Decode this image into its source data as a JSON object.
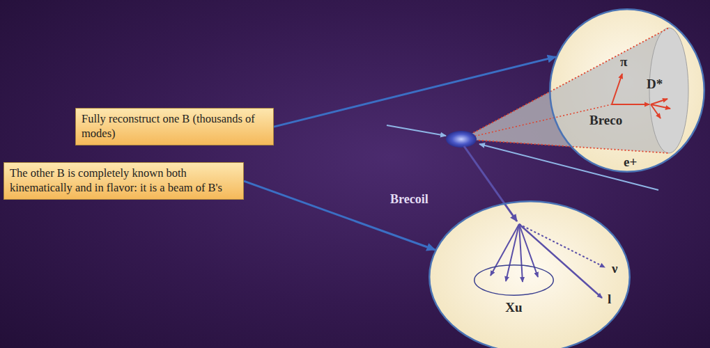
{
  "diagram": {
    "nodes": [
      {
        "text": [
          "Fully reconstruct one B (thousands of modes)"
        ]
      },
      {
        "text": [
          "π",
          "D*",
          "Breco",
          "e+"
        ]
      },
      {
        "text": [
          "The other B is completely known both kinematically and in flavor: it is a beam of B's"
        ]
      },
      {
        "text": [
          "ν",
          "l"
        ]
      },
      {
        "text": [
          "Xu"
        ],
        "in": 3
      }
    ],
    "edges": [
      {
        "from": 0,
        "to": 1,
        "arrow": "to"
      },
      {
        "from": 2,
        "to": 3,
        "arrow": "to"
      }
    ],
    "labels": [
      "Brecoil"
    ]
  }
}
